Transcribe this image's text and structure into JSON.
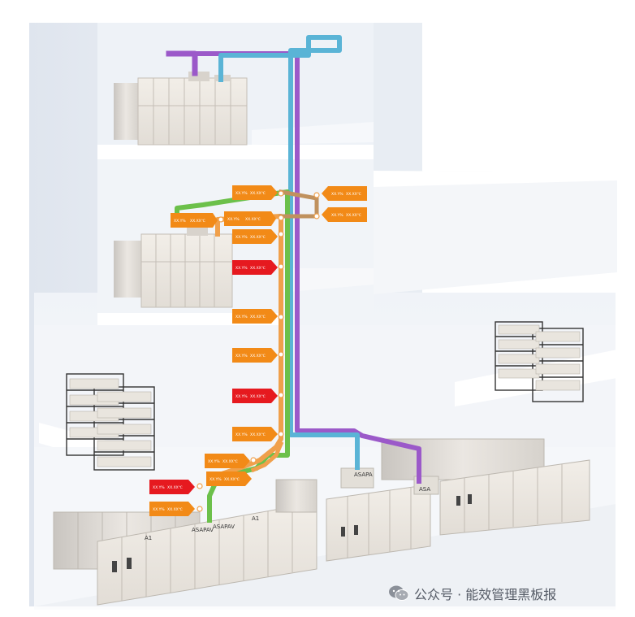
{
  "watermark": {
    "text": "公众号 · 能效管理黑板报",
    "icon": "wechat-icon"
  },
  "colors": {
    "pipe_purple": "#9b59c9",
    "pipe_blue": "#5ab4d6",
    "pipe_green": "#6cc04a",
    "pipe_orange": "#f0a04b",
    "pipe_brown": "#c0915e",
    "tag_orange": "#f28a17",
    "tag_red": "#e6191f"
  },
  "sensor_tags": [
    {
      "id": "t1",
      "type": "orange",
      "line1": "XX.Y%",
      "line2": "XX.XX℃"
    },
    {
      "id": "t2",
      "type": "orange",
      "line1": "XX.Y%",
      "line2": "XX.XX℃"
    },
    {
      "id": "t3",
      "type": "orange",
      "line1": "XX.Y%",
      "line2": "XX.XX℃"
    },
    {
      "id": "t4",
      "type": "orange",
      "line1": "XX.Y%",
      "line2": "XX.XX℃"
    },
    {
      "id": "t5",
      "type": "orange",
      "line1": "XX.Y%",
      "line2": "XX.XX℃"
    },
    {
      "id": "t6",
      "type": "orange",
      "line1": "XX.Y%",
      "line2": "XX.XX℃"
    },
    {
      "id": "t7",
      "type": "red",
      "line1": "XX.Y%",
      "line2": "XX.XX℃"
    },
    {
      "id": "t8",
      "type": "orange",
      "line1": "XX.Y%",
      "line2": "XX.XX℃"
    },
    {
      "id": "t9",
      "type": "orange",
      "line1": "XX.Y%",
      "line2": "XX.XX℃"
    },
    {
      "id": "t10",
      "type": "red",
      "line1": "XX.Y%",
      "line2": "XX.XX℃"
    },
    {
      "id": "t11",
      "type": "orange",
      "line1": "XX.Y%",
      "line2": "XX.XX℃"
    },
    {
      "id": "t12",
      "type": "orange",
      "line1": "XX.Y%",
      "line2": "XX.XX℃"
    },
    {
      "id": "t13",
      "type": "orange",
      "line1": "XX.Y%",
      "line2": "XX.XX℃"
    },
    {
      "id": "t14",
      "type": "red",
      "line1": "XX.Y%",
      "line2": "XX.XX℃"
    },
    {
      "id": "t15",
      "type": "orange",
      "line1": "XX.Y%",
      "line2": "XX.XX℃"
    }
  ],
  "equipment_labels": [
    {
      "id": "e1",
      "text": "A1"
    },
    {
      "id": "e2",
      "text": "ASAPAV"
    },
    {
      "id": "e3",
      "text": "ASAPAV"
    },
    {
      "id": "e4",
      "text": "A1"
    },
    {
      "id": "e5",
      "text": "ASAPA"
    },
    {
      "id": "e6",
      "text": "ASA"
    }
  ]
}
